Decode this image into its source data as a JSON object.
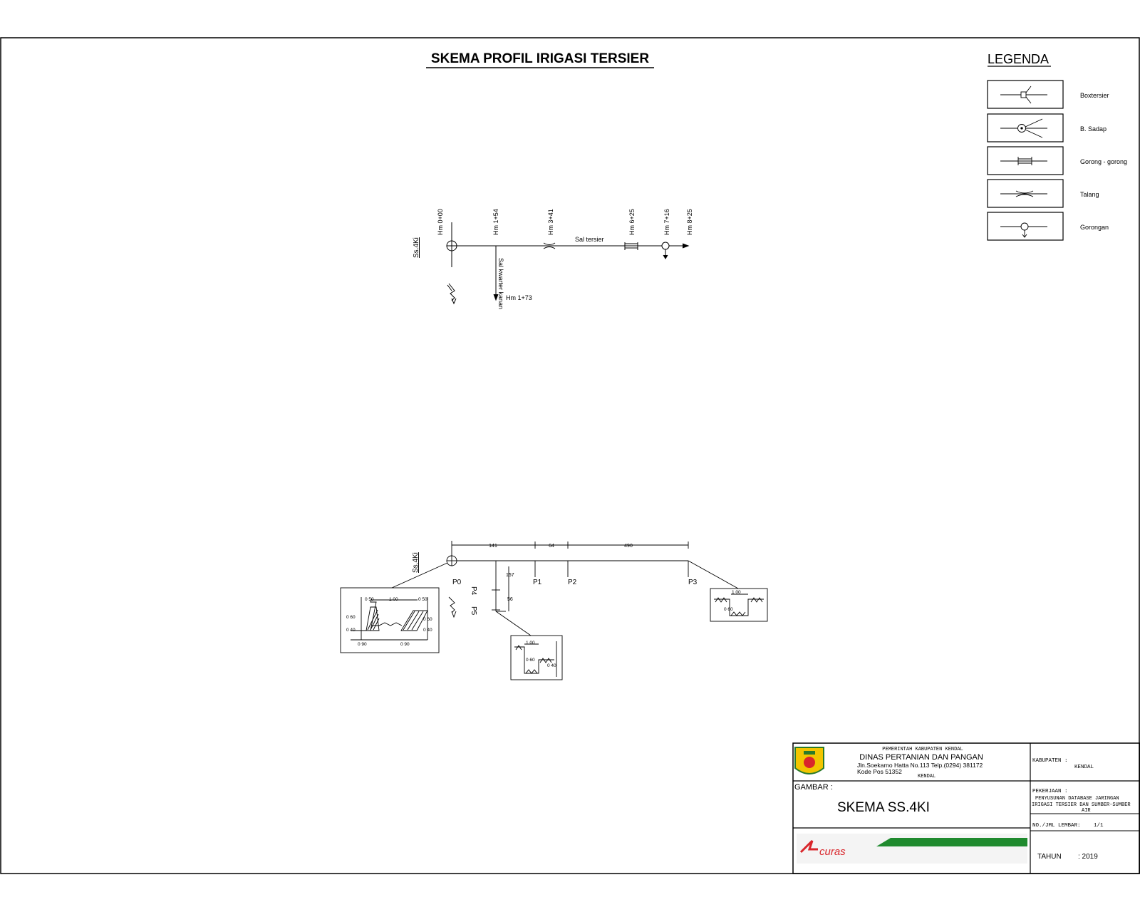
{
  "title": "SKEMA PROFIL IRIGASI TERSIER",
  "legend": {
    "heading": "LEGENDA",
    "items": [
      {
        "label": "Boxtersier",
        "icon": "box-tersier-icon"
      },
      {
        "label": "B. Sadap",
        "icon": "bangunan-sadap-icon"
      },
      {
        "label": "Gorong - gorong",
        "icon": "culvert-icon"
      },
      {
        "label": "Talang",
        "icon": "flume-icon"
      },
      {
        "label": "Gorongan",
        "icon": "gorongan-icon"
      }
    ]
  },
  "schematic": {
    "source_label": "Ss.4Ki",
    "stations": [
      "Hm 0+00",
      "Hm 1+54",
      "Hm 3+41",
      "Hm 6+25",
      "Hm 7+16",
      "Hm 8+25"
    ],
    "main_channel_label": "Sal tersier",
    "branch_label": "Sal kwarter kanan",
    "branch_end": "Hm 1+73"
  },
  "profile": {
    "source_label": "Ss.4Ki",
    "points": [
      "P0",
      "P1",
      "P2",
      "P3",
      "P4",
      "P5"
    ],
    "segment_lengths": [
      "141",
      "64",
      "490"
    ],
    "branch_length": "157",
    "branch_sub_length": "56",
    "section_dims": {
      "top": "1 00",
      "side_a": "0 60",
      "side_b": "0 40",
      "bottom": "0 90",
      "slope": "0 50"
    }
  },
  "title_block": {
    "gov_line1": "PEMERINTAH KABUPATEN KENDAL",
    "gov_line2": "DINAS PERTANIAN DAN PANGAN",
    "address1": "Jln.Soekarno Hatta No.113 Telp.(0294) 381172",
    "address2": "Kode Pos 51352",
    "city": "KENDAL",
    "kabupaten_label": "KABUPATEN :",
    "kabupaten_value": "KENDAL",
    "gambar_label": "GAMBAR :",
    "gambar_value": "SKEMA SS.4KI",
    "pekerjaan_label": "PEKERJAAN :",
    "pekerjaan_line1": "PENYUSUNAN DATABASE JARINGAN",
    "pekerjaan_line2": "IRIGASI TERSIER DAN SUMBER-SUMBER",
    "pekerjaan_line3": "AIR",
    "lembar_label": "NO./JML LEMBAR:",
    "lembar_value": "1/1",
    "tahun_label": "TAHUN",
    "tahun_value": ": 2019",
    "consultant_logo": "curas"
  },
  "colors": {
    "stripe_green": "#1f8a2e",
    "logo_red": "#d9262b",
    "emblem_yellow": "#f2c500"
  }
}
